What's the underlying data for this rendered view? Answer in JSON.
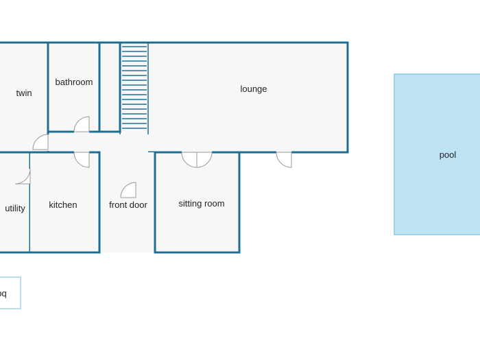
{
  "rooms": {
    "twin": "twin",
    "bathroom": "bathroom",
    "lounge": "lounge",
    "utility": "utility",
    "kitchen": "kitchen",
    "front_door": "front door",
    "sitting_room": "sitting room",
    "pool": "pool",
    "bbq": "bbq"
  },
  "colors": {
    "wall": "#1d6f92",
    "floor": "#f7f7f7",
    "pool": "#bfe2f5"
  }
}
